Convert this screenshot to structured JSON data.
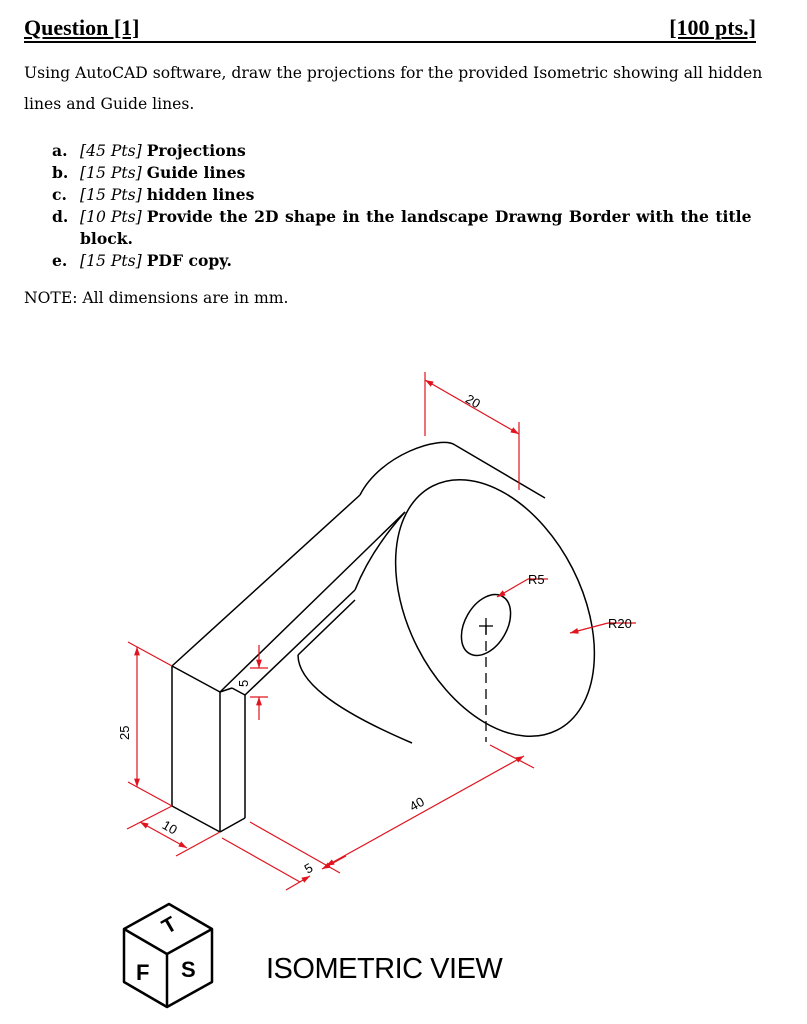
{
  "header": {
    "question": "Question [1]",
    "points": "[100 pts.]"
  },
  "intro": "Using AutoCAD software, draw the projections for the provided Isometric showing all hidden lines and Guide lines.",
  "tasks": [
    {
      "letter": "a.",
      "points": "[45 Pts]",
      "text": "Projections"
    },
    {
      "letter": "b.",
      "points": "[15 Pts]",
      "text": "Guide lines"
    },
    {
      "letter": "c.",
      "points": "[15 Pts]",
      "text": "hidden lines"
    },
    {
      "letter": "d.",
      "points": "[10 Pts]",
      "text": "Provide the 2D shape in the landscape Drawng Border with the title block."
    },
    {
      "letter": "e.",
      "points": "[15 Pts]",
      "text": "PDF copy."
    }
  ],
  "note": "NOTE: All dimensions are in mm.",
  "figure": {
    "dimensions": {
      "width_top": "20",
      "hole_radius": "R5",
      "outer_radius": "R20",
      "slot": "5",
      "height": "25",
      "depth": "10",
      "length": "40",
      "offset": "5"
    },
    "view_cube": {
      "top": "T",
      "front": "F",
      "side": "S"
    },
    "caption": "ISOMETRIC VIEW"
  }
}
